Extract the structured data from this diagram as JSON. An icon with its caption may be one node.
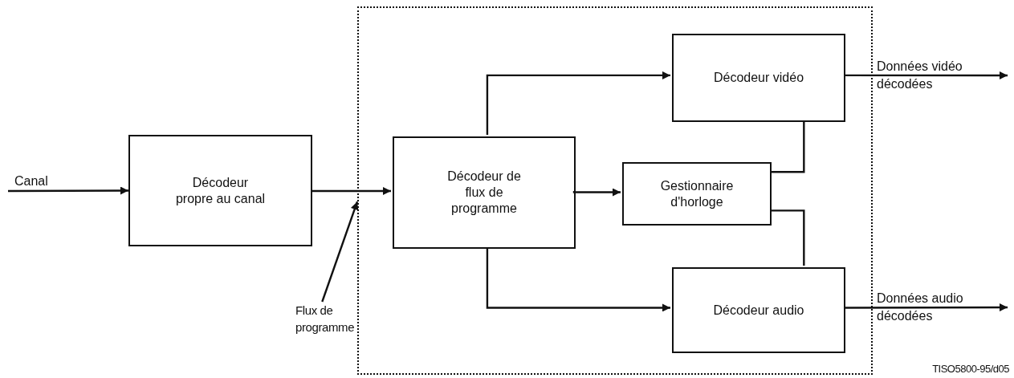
{
  "diagram": {
    "nodes": [
      {
        "text": [],
        "shape": "box"
      },
      {
        "text": [
          "Décodeur propre au canal"
        ]
      },
      {
        "text": [
          "Décodeur de flux de programme"
        ],
        "in": 0
      },
      {
        "text": [
          "Gestionnaire d'horloge"
        ],
        "in": 0
      },
      {
        "text": [
          "Décodeur vidéo"
        ],
        "in": 0
      },
      {
        "text": [
          "Décodeur audio"
        ],
        "in": 0
      },
      {
        "text": [
          "Flux de programme"
        ]
      }
    ],
    "edges": [
      {
        "from": null,
        "to": 1,
        "arrow": "to",
        "label": "Canal"
      },
      {
        "from": 1,
        "to": 2,
        "arrow": "to"
      },
      {
        "from": 2,
        "to": 4,
        "arrow": "to"
      },
      {
        "from": 2,
        "to": 3,
        "arrow": "to"
      },
      {
        "from": 2,
        "to": 5,
        "arrow": "to"
      },
      {
        "from": 3,
        "to": 4,
        "arrow": "none"
      },
      {
        "from": 3,
        "to": 5,
        "arrow": "none"
      },
      {
        "from": 4,
        "to": null,
        "arrow": "to",
        "label": "Données vidéo décodées"
      },
      {
        "from": 5,
        "to": null,
        "arrow": "to",
        "label": "Données audio décodées"
      },
      {
        "from": 6,
        "to": 0,
        "arrow": "to"
      }
    ],
    "labels": [
      "TISO5800-95/d05"
    ]
  }
}
